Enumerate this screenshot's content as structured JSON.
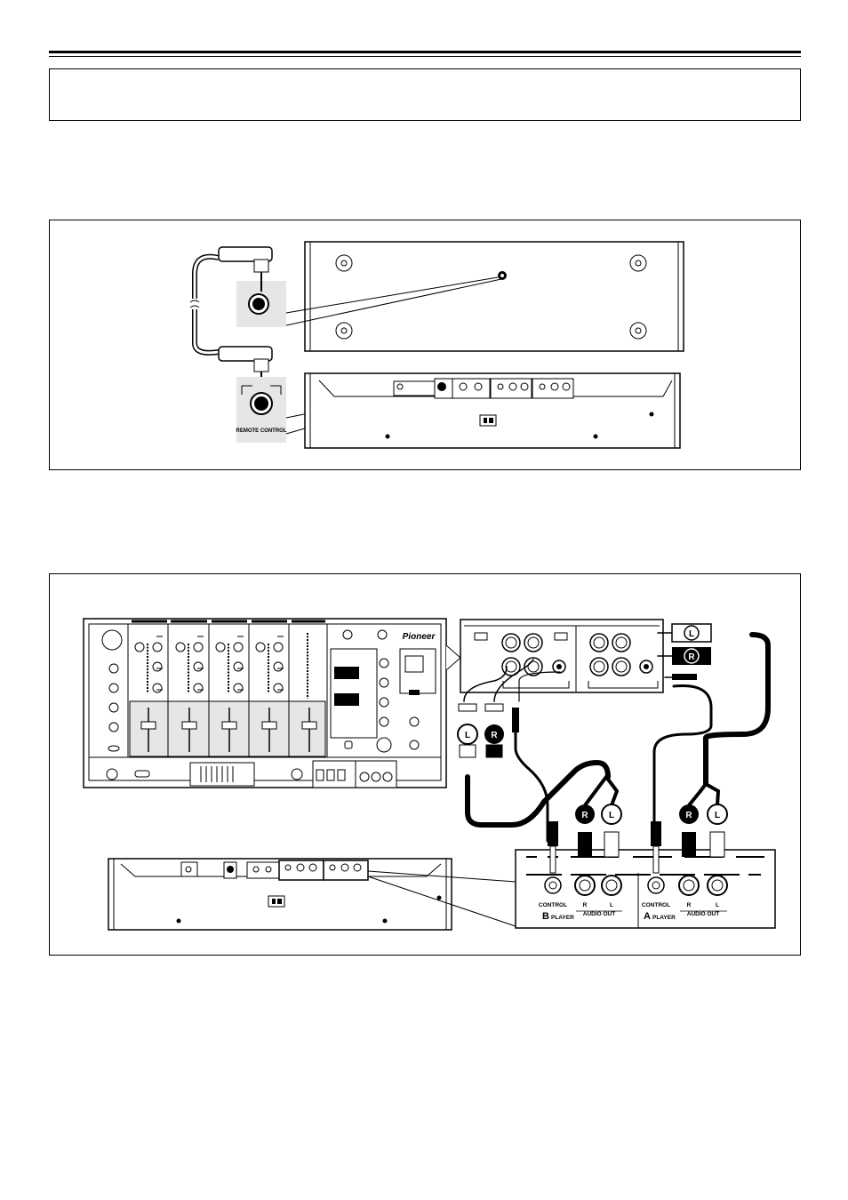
{
  "figure1": {
    "port_label": "REMOTE CONTROL"
  },
  "figure2": {
    "mixer_brand": "Pioneer",
    "plug_left": "L",
    "plug_right": "R",
    "player_b": {
      "letter": "B",
      "player_word": "PLAYER",
      "control": "CONTROL",
      "r": "R",
      "l": "L",
      "audio_out": "AUDIO OUT"
    },
    "player_a": {
      "letter": "A",
      "player_word": "PLAYER",
      "control": "CONTROL",
      "r": "R",
      "l": "L",
      "audio_out": "AUDIO OUT"
    }
  },
  "colors": {
    "ink": "#000000",
    "panel_gray": "#e6e6e6",
    "paper": "#ffffff"
  }
}
